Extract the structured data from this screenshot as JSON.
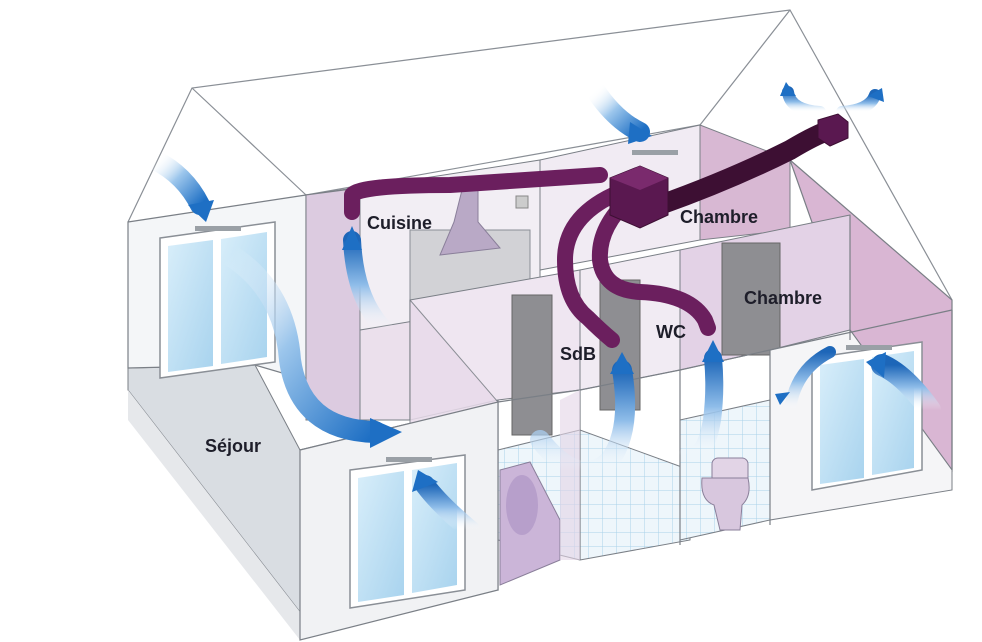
{
  "labels": {
    "cuisine": "Cuisine",
    "chambre_top": "Chambre",
    "chambre_right": "Chambre",
    "sdb": "SdB",
    "wc": "WC",
    "sejour": "Séjour"
  },
  "colors": {
    "duct": "#6b1f5e",
    "duct_dark": "#3d0f33",
    "fresh_air": "#1e6fc4",
    "fresh_air_light": "#dbe9f7",
    "wall_lilac": "#e7d8e8",
    "wall_pink": "#d9b6d3",
    "floor_grey": "#d9dde2",
    "window_glass": "#bfe0f2",
    "outline": "#7a7f86"
  },
  "icons": [
    "vmc-unit-icon",
    "extraction-exhaust-icon",
    "fresh-air-arrow-icon",
    "stale-air-arrow-icon",
    "window-icon",
    "bathtub-icon",
    "toilet-icon",
    "range-hood-icon"
  ]
}
